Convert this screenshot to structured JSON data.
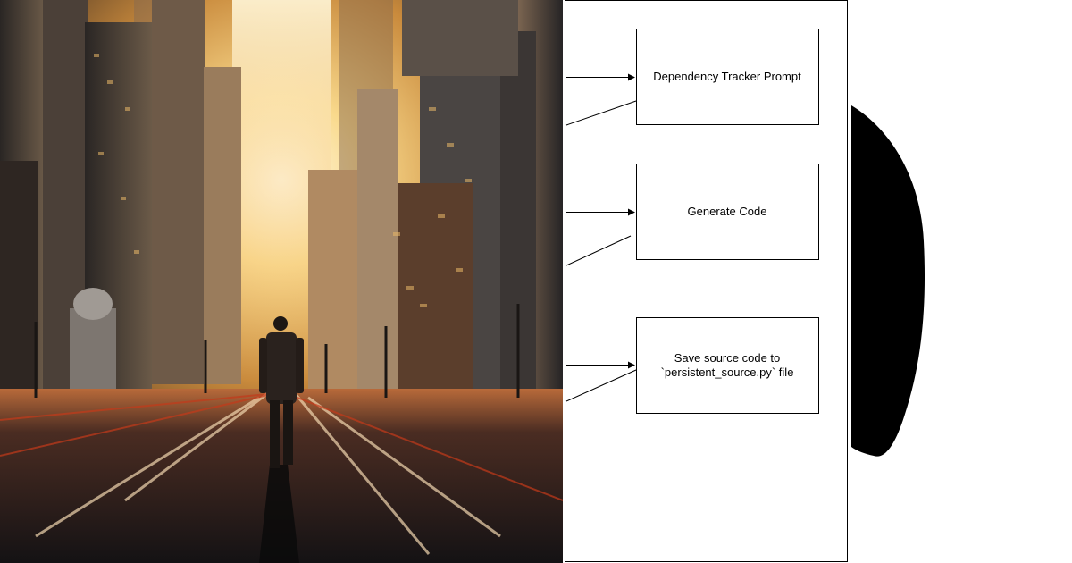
{
  "colors": {
    "sky_light": "#fff8e0",
    "sky_gold": "#f6c46a",
    "road_dark": "#1c1a1a",
    "road_red": "#8a2a14",
    "diagram_stroke": "#000000",
    "blob_fill": "#000000"
  },
  "photo": {
    "subject": "man-walking-city-street-sunrise"
  },
  "diagram": {
    "nodes": [
      {
        "id": "dependency-tracker",
        "label": "Dependency Tracker Prompt"
      },
      {
        "id": "generate-code",
        "label": "Generate Code"
      },
      {
        "id": "save-source",
        "label": "Save source code to\n`persistent_source.py` file"
      }
    ]
  }
}
